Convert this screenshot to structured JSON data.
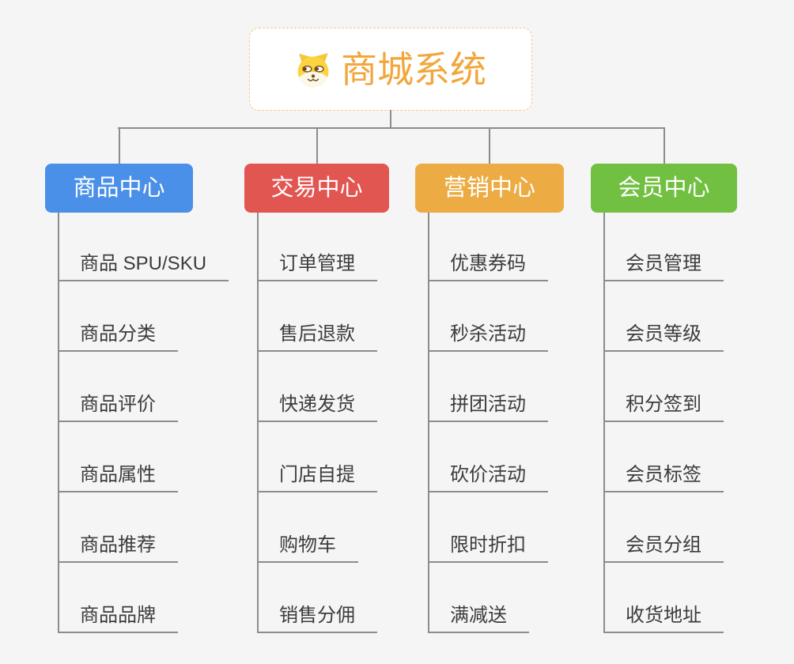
{
  "root": {
    "title": "商城系统",
    "icon": "dog-face-icon"
  },
  "branches": [
    {
      "id": "product-center",
      "label": "商品中心",
      "color": "#4A90E8",
      "children": [
        "商品 SPU/SKU",
        "商品分类",
        "商品评价",
        "商品属性",
        "商品推荐",
        "商品品牌"
      ]
    },
    {
      "id": "trade-center",
      "label": "交易中心",
      "color": "#E25652",
      "children": [
        "订单管理",
        "售后退款",
        "快递发货",
        "门店自提",
        "购物车",
        "销售分佣"
      ]
    },
    {
      "id": "marketing-center",
      "label": "营销中心",
      "color": "#ECAC43",
      "children": [
        "优惠券码",
        "秒杀活动",
        "拼团活动",
        "砍价活动",
        "限时折扣",
        "满减送"
      ]
    },
    {
      "id": "member-center",
      "label": "会员中心",
      "color": "#72C041",
      "children": [
        "会员管理",
        "会员等级",
        "积分签到",
        "会员标签",
        "会员分组",
        "收货地址"
      ]
    }
  ],
  "colors": {
    "background": "#F5F5F5",
    "connector": "#8C8C8C",
    "root_background": "#FFFFFF",
    "root_border": "#F6C77E",
    "root_title": "#F2A63C",
    "branch_text": "#FFFFFF",
    "leaf_text": "#3C3C3C",
    "dog_fur": "#FBD440",
    "dog_muzzle": "#FCF7E8",
    "dog_features": "#7A4E1F"
  }
}
